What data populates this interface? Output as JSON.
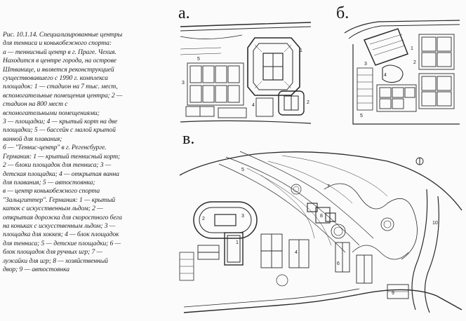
{
  "labels": {
    "a": "а.",
    "b": "б.",
    "v": "в."
  },
  "caption_lines": [
    "Рис. 10.1.14. Специализированные центры",
    "для тенниса и конькобежного спорта:",
    "а — теннисный центр в г. Праге. Чехия.",
    "Находится в центре города, на острове",
    "Штванице, и является реконструкцией",
    "существовавшего с 1990 г. комплекса",
    "площадок: 1 — стадион на 7 тыс. мест,",
    "вспомогательные помещения центра; 2 —",
    "стадион на 800 мест с",
    "вспомогательными помещениями;",
    "3 — площадки; 4 — крытый корт на две",
    "площадки; 5 — бассейн с малой крытой",
    "ванной для плавания;",
    "б — \"Теннис-центр\" в г. Регенсбурге.",
    "Германия: 1 — крытый теннисный корт;",
    "2 — блоки площадок для тенниса; 3 —",
    "детская площадка; 4 — открытая ванна",
    "для плавания; 5 — автостоянка;",
    "в — центр конькобежного спорта",
    "\"Зальцгиттер\". Германия: 1 — крытый",
    "каток с искусственным льдом; 2 —",
    "открытая дорожка для скоростного бега",
    "на коньках с искусственным льдом; 3 —",
    "площадка для хоккея; 4 — блок площадок",
    "для тенниса; 5 — детские площадки; 6 —",
    "блок площадок для ручных игр; 7 —",
    "лужайки для игр; 8 — хозяйственный",
    "двор; 9 — автостоянка"
  ],
  "plan_a_numbers": [
    "1",
    "2",
    "3",
    "4",
    "5"
  ],
  "plan_b_numbers": [
    "1",
    "2",
    "3",
    "4",
    "5"
  ],
  "plan_v_numbers": [
    "1",
    "2",
    "3",
    "4",
    "5",
    "6",
    "7",
    "8",
    "9",
    "10"
  ]
}
